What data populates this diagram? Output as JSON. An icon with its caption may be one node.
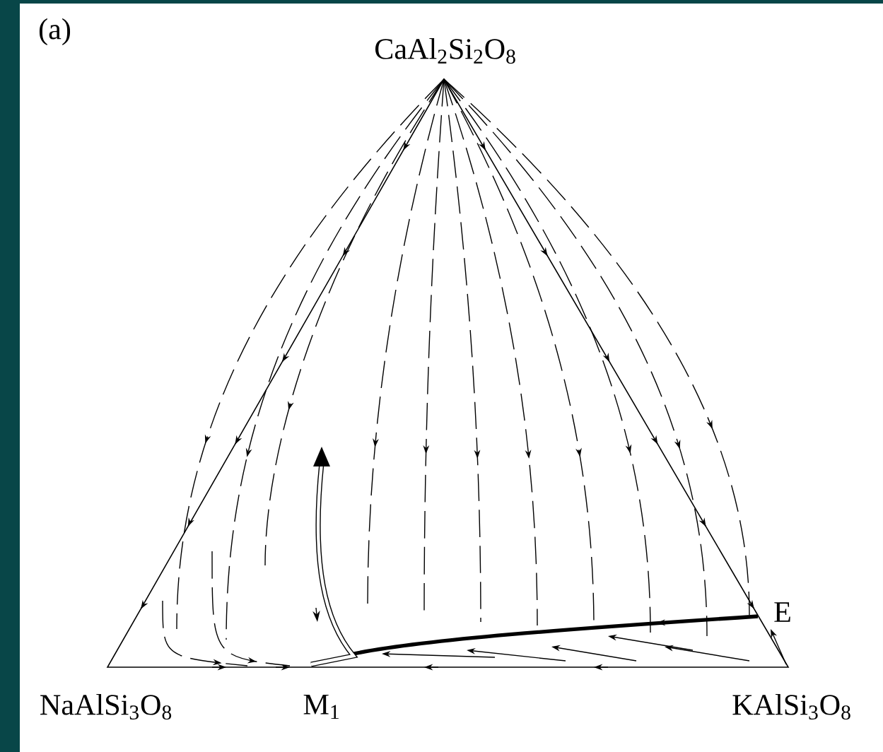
{
  "diagram": {
    "labels": [
      "(a)",
      "CaAl$_{2}$Si$_{2}$O$_{8}$",
      "E",
      "NaAlSi$_{3}$O$_{8}$",
      "M$_{1}$",
      "KAlSi$_{3}$O$_{8}$"
    ]
  }
}
